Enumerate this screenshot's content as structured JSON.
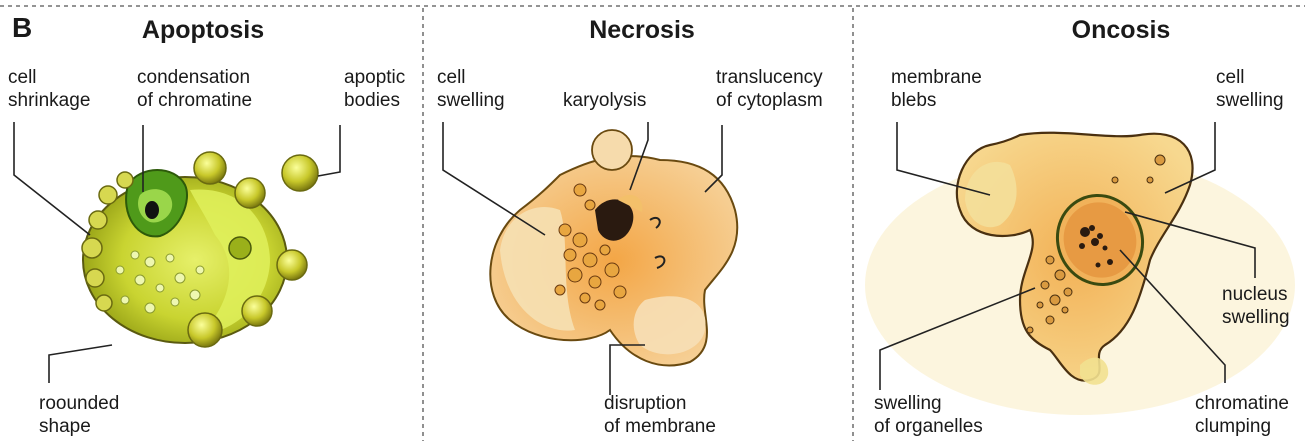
{
  "panel_letter": "B",
  "apoptosis": {
    "title": "Apoptosis",
    "labels": {
      "cell_shrinkage": [
        "cell",
        "shrinkage"
      ],
      "condensation": [
        "condensation",
        "of chromatine"
      ],
      "apoptic_bodies": [
        "apoptic",
        "bodies"
      ],
      "rounded_shape": [
        "roounded",
        "shape"
      ]
    }
  },
  "necrosis": {
    "title": "Necrosis",
    "labels": {
      "cell_swelling": [
        "cell",
        "swelling"
      ],
      "karyolysis": [
        "karyolysis"
      ],
      "translucency": [
        "translucency",
        "of cytoplasm"
      ],
      "disruption": [
        "disruption",
        "of membrane"
      ]
    }
  },
  "oncosis": {
    "title": "Oncosis",
    "labels": {
      "membrane_blebs": [
        "membrane",
        "blebs"
      ],
      "cell_swelling": [
        "cell",
        "swelling"
      ],
      "nucleus_swelling": [
        "nucleus",
        "swelling"
      ],
      "swelling_organelles": [
        "swelling",
        "of organelles"
      ],
      "chromatine_clumping": [
        "chromatine",
        "clumping"
      ]
    }
  }
}
